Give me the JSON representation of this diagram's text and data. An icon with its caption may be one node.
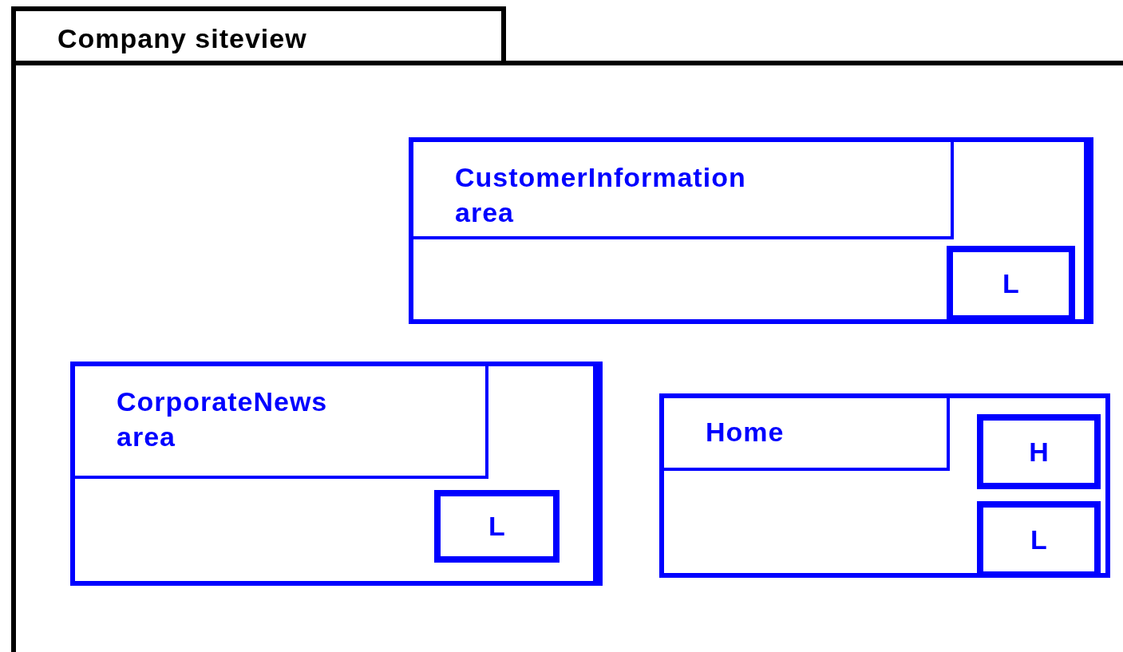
{
  "diagram": {
    "nodes": [
      {
        "text": [
          "Company siteview"
        ]
      },
      {
        "text": [
          "CustomerInformation area"
        ],
        "in": 0
      },
      {
        "text": [
          "L"
        ],
        "in": 1
      },
      {
        "text": [
          "CorporateNews area"
        ],
        "in": 0
      },
      {
        "text": [
          "L"
        ],
        "in": 3
      },
      {
        "text": [
          "Home"
        ],
        "in": 0
      },
      {
        "text": [
          "H"
        ],
        "in": 5
      },
      {
        "text": [
          "L"
        ],
        "in": 5
      }
    ]
  }
}
